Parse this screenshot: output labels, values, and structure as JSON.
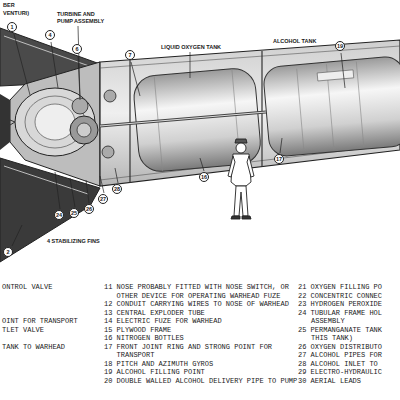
{
  "diagram": {
    "labels": [
      "BER",
      "VENTURI)",
      "TURBINE AND PUMP ASSEMBLY",
      "LIQUID OXYGEN TANK",
      "ALCOHOL TANK",
      "4 STABILIZING FINS",
      "1",
      "4",
      "6",
      "7",
      "19",
      "17",
      "16",
      "28",
      "27",
      "26",
      "25",
      "24",
      "2",
      "ONTROL VALVE",
      "OINT FOR TRANSPORT",
      "TLET VALVE",
      "TANK TO WARHEAD",
      "11 NOSE PROBABLY FITTED WITH NOSE SWITCH, OR OTHER DEVICE FOR OPERATING WARHEAD FUZE",
      "12 CONDUIT CARRYING WIRES TO NOSE OF WARHEAD",
      "13 CENTRAL EXPLODER TUBE",
      "14 ELECTRIC FUZE FOR WARHEAD",
      "15 PLYWOOD FRAME",
      "16 NITROGEN BOTTLES",
      "17 FRONT JOINT RING AND STRONG POINT FOR TRANSPORT",
      "18 PITCH AND AZIMUTH GYROS",
      "19 ALCOHOL FILLING POINT",
      "20 DOUBLE WALLED ALCOHOL DELIVERY PIPE TO PUMP",
      "21 OXYGEN FILLING PO",
      "22 CONCENTRIC CONNEC",
      "23 HYDROGEN PEROXIDE",
      "24 TUBULAR FRAME HOL",
      "ASSEMBLY",
      "25 PERMANGANATE TANK",
      "THIS TANK)",
      "26 OXYGEN DISTRIBUTO",
      "27 ALCOHOL PIPES FOR",
      "28 ALCOHOL INLET TO",
      "29 ELECTRO-HYDRAULIC",
      "30 AERIAL LEADS"
    ]
  }
}
